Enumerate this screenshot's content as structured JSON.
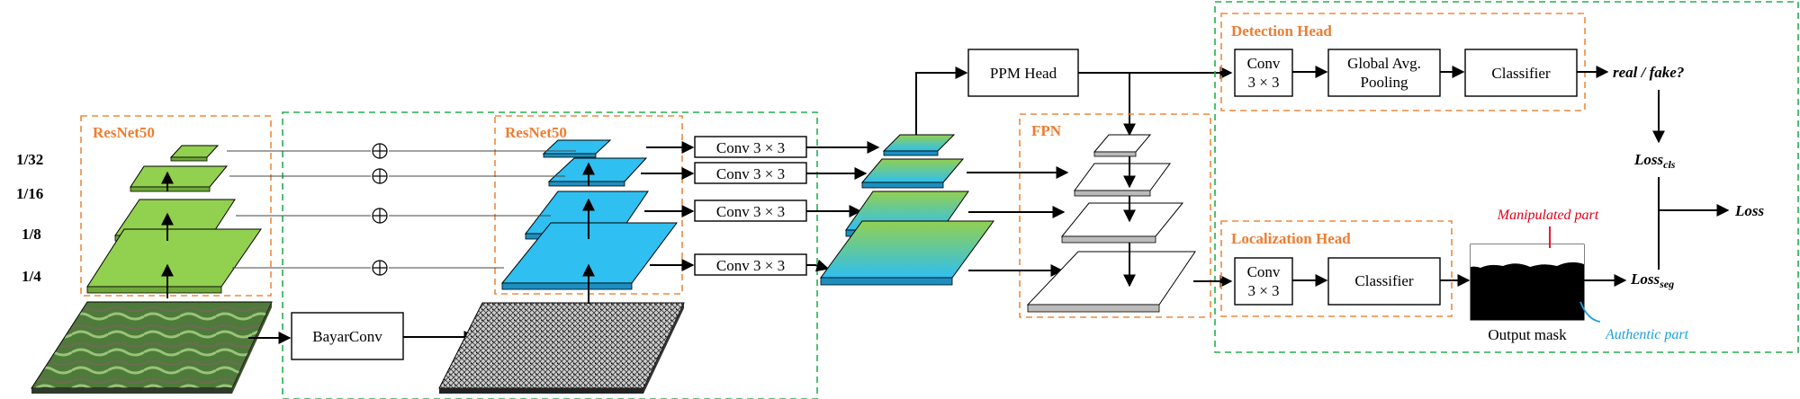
{
  "labels": {
    "scale_32": "1/32",
    "scale_16": "1/16",
    "scale_8": "1/8",
    "scale_4": "1/4",
    "resnet_left": "ResNet50",
    "resnet_right": "ResNet50",
    "bayarconv": "BayarConv",
    "conv1": "Conv 3 × 3",
    "conv2": "Conv 3 × 3",
    "conv3": "Conv 3 × 3",
    "conv4": "Conv 3 × 3",
    "ppm_head": "PPM Head",
    "fpn": "FPN",
    "detection_head": "Detection Head",
    "det_conv_line1": "Conv",
    "det_conv_line2": "3 × 3",
    "global_pool_line1": "Global Avg.",
    "global_pool_line2": "Pooling",
    "det_classifier": "Classifier",
    "real_fake": "real / fake?",
    "loss_cls_main": "Loss",
    "loss_cls_sub": "cls",
    "loss_total": "Loss",
    "localization_head": "Localization Head",
    "loc_conv_line1": "Conv",
    "loc_conv_line2": "3 × 3",
    "loc_classifier": "Classifier",
    "manipulated_part": "Manipulated part",
    "authentic_part": "Authentic part",
    "output_mask": "Output mask",
    "loss_seg_main": "Loss",
    "loss_seg_sub": "seg"
  },
  "colors": {
    "green_feature": "#92d050",
    "blue_feature": "#2fbff0",
    "orange_dash": "#ed8a3f",
    "green_dash": "#22b14c",
    "manipulated": "#e0001b",
    "authentic": "#1ba1e2"
  }
}
